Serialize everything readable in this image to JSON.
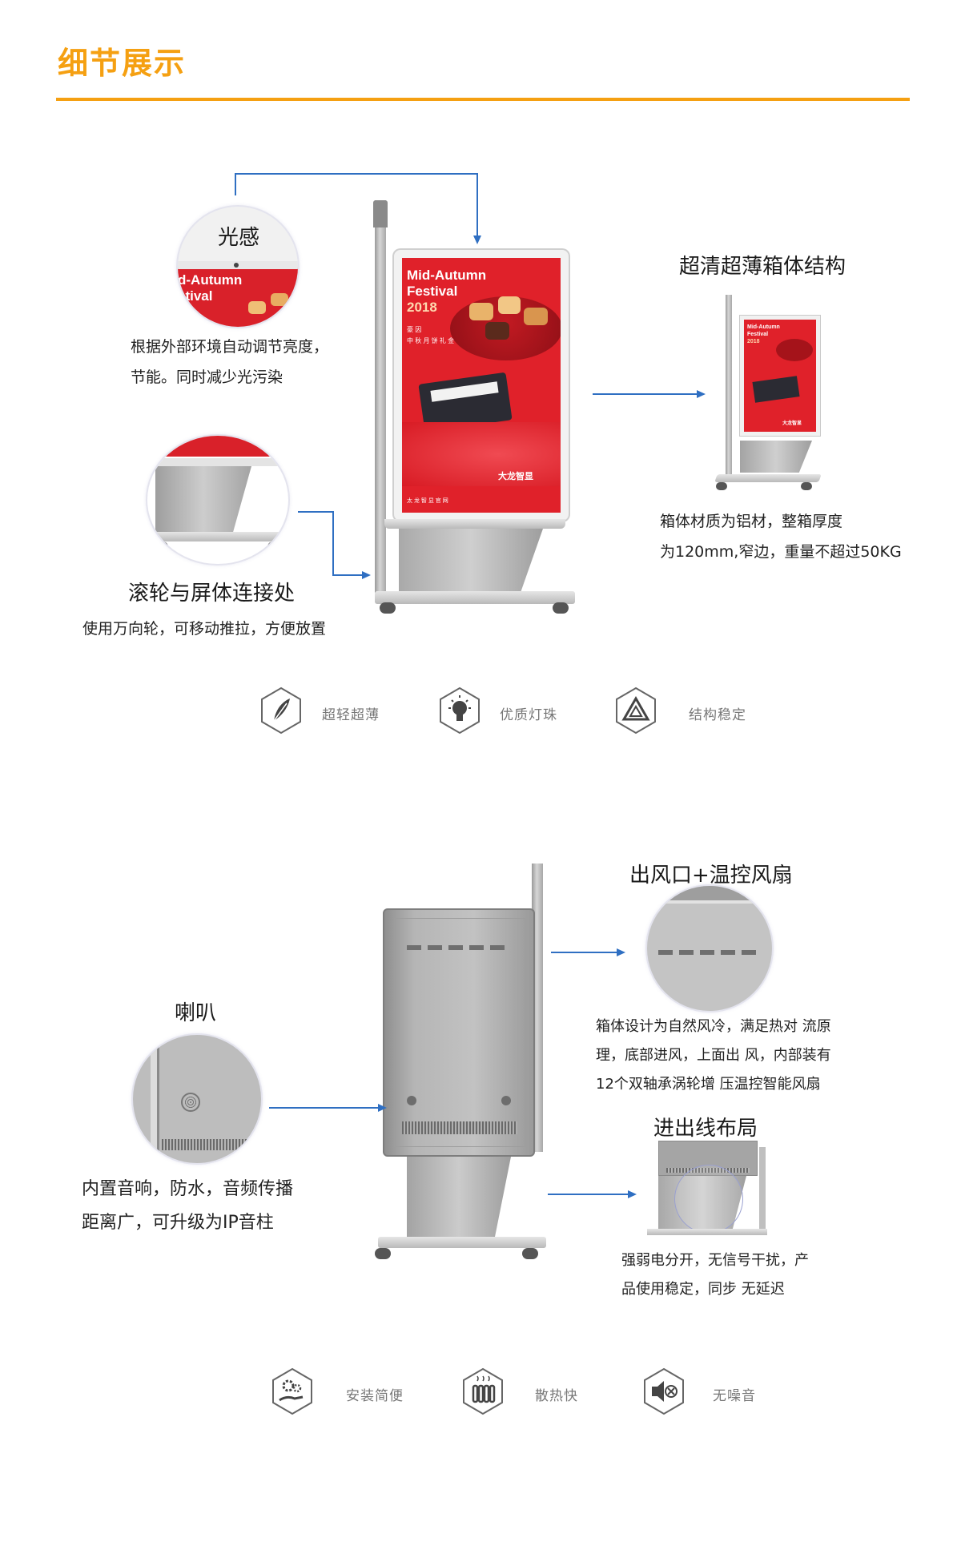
{
  "header": {
    "title": "细节展示"
  },
  "section1": {
    "light_sensor": {
      "title": "光感",
      "screen_text_line1": "d-Autumn",
      "screen_text_line2": "stival",
      "desc": [
        "根据外部环境自动调节亮度，",
        "节能。同时减少光污染"
      ]
    },
    "wheel_joint": {
      "title": "滚轮与屏体连接处",
      "desc": "使用万向轮，可移动推拉，方便放置"
    },
    "cabinet": {
      "title": "超清超薄箱体结构",
      "desc": [
        "箱体材质为铝材，整箱厚度",
        "为120mm,窄边，重量不超过50KG"
      ]
    },
    "screen": {
      "line1": "Mid-Autumn",
      "line2": "Festival",
      "year": "2018",
      "small1": "豪 因",
      "small2": "中 秋 月 饼 礼 金",
      "brand": "大龙智显",
      "footer": "太 龙 智 显 官 网"
    },
    "small_screen": {
      "line1": "Mid-Autumn",
      "line2": "Festival",
      "year": "2018",
      "brand": "大龙智显"
    },
    "features": [
      {
        "icon": "feather-icon",
        "label": "超轻超薄"
      },
      {
        "icon": "bulb-icon",
        "label": "优质灯珠"
      },
      {
        "icon": "triangle-icon",
        "label": "结构稳定"
      }
    ]
  },
  "section2": {
    "vent": {
      "title": "出风口+温控风扇",
      "desc": [
        "箱体设计为自然风冷，满足热对 流原",
        "理，底部进风，上面出 风，内部装有",
        "12个双轴承涡轮增 压温控智能风扇"
      ]
    },
    "speaker": {
      "title": "喇叭",
      "desc": [
        "内置音响，防水，音频传播",
        "距离广，可升级为IP音柱"
      ]
    },
    "wiring": {
      "title": "进出线布局",
      "desc": [
        "强弱电分开，无信号干扰，产",
        "品使用稳定，同步 无延迟"
      ]
    },
    "features": [
      {
        "icon": "install-icon",
        "label": "安装简便"
      },
      {
        "icon": "heat-icon",
        "label": "散热快"
      },
      {
        "icon": "mute-icon",
        "label": "无噪音"
      }
    ]
  },
  "colors": {
    "accent": "#f5a012",
    "connector": "#2f6fc2",
    "screen_red": "#e0212a"
  }
}
